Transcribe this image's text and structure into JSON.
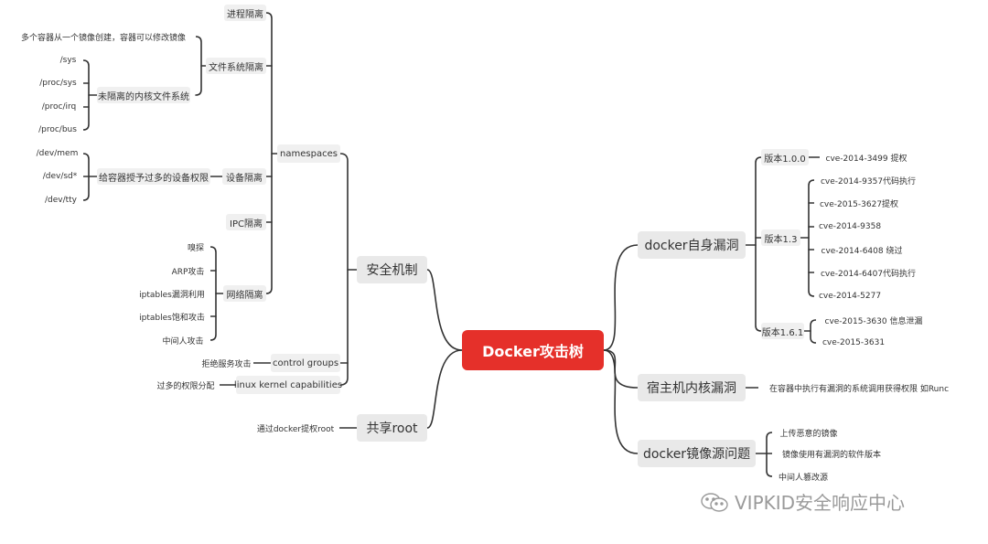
{
  "root": "Docker攻击树",
  "left": {
    "security": "安全机制",
    "shared_root": "共享root",
    "namespaces": "namespaces",
    "process": "进程隔离",
    "fs": "文件系统隔离",
    "fs_image": "多个容器从一个镜像创建，容器可以修改镜像",
    "unisolated": "未隔离的内核文件系统",
    "sys": "/sys",
    "proc_sys": "/proc/sys",
    "proc_irq": "/proc/irq",
    "proc_bus": "/proc/bus",
    "device": "设备隔离",
    "too_many_dev": "给容器授予过多的设备权限",
    "dev_mem": "/dev/mem",
    "dev_sd": "/dev/sd*",
    "dev_tty": "/dev/tty",
    "ipc": "IPC隔离",
    "network": "网络隔离",
    "sniff": "嗅探",
    "arp": "ARP攻击",
    "iptables_vuln": "iptables漏洞利用",
    "iptables_sat": "iptables饱和攻击",
    "mitm": "中间人攻击",
    "cgroups": "control groups",
    "dos": "拒绝服务攻击",
    "capabilities": "linux kernel capabilities",
    "over_priv": "过多的权限分配",
    "root_escalate": "通过docker提权root"
  },
  "right": {
    "docker_vuln": "docker自身漏洞",
    "v100": "版本1.0.0",
    "cve_3499": "cve-2014-3499 提权",
    "v13": "版本1.3",
    "cve_9357": "cve-2014-9357代码执行",
    "cve_3627": "cve-2015-3627提权",
    "cve_9358": "cve-2014-9358",
    "cve_6408": "cve-2014-6408 绕过",
    "cve_6407": "cve-2014-6407代码执行",
    "cve_5277": "cve-2014-5277",
    "v161": "版本1.6.1",
    "cve_3630": "cve-2015-3630 信息泄漏",
    "cve_3631": "cve-2015-3631",
    "host_kernel": "宿主机内核漏洞",
    "runc": "在容器中执行有漏洞的系统调用获得权限  如Runc",
    "image_source": "docker镜像源问题",
    "malicious": "上传恶意的镜像",
    "vuln_software": "镜像使用有漏洞的软件版本",
    "mitm_tamper": "中间人篡改源"
  },
  "watermark": "VIPKID安全响应中心",
  "colors": {
    "root_bg": "#e5302a",
    "line": "#333333",
    "node_bg": "#e9e9e9"
  }
}
